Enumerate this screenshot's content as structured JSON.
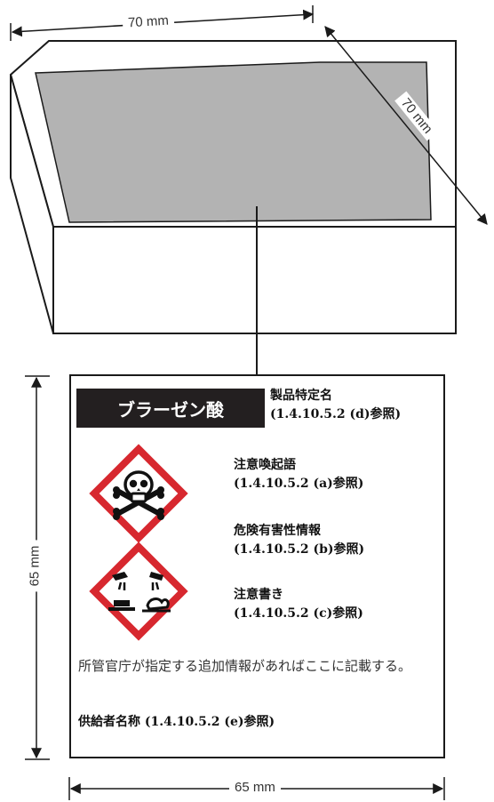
{
  "dimensions": {
    "box_width": "70 mm",
    "box_depth": "70 mm",
    "label_height": "65 mm",
    "label_width": "65 mm"
  },
  "label": {
    "product_name": "ブラーゼン酸",
    "product_identifier": {
      "title": "製品特定名",
      "ref": "(1.4.10.5.2 (d)参照)"
    },
    "signal_word": {
      "title": "注意喚起語",
      "ref": "(1.4.10.5.2 (a)参照)"
    },
    "hazard_statements": {
      "title": "危険有害性情報",
      "ref": "(1.4.10.5.2 (b)参照)"
    },
    "precautionary_statements": {
      "title": "注意書き",
      "ref": "(1.4.10.5.2 (c)参照)"
    },
    "additional_info": "所管官庁が指定する追加情報があればここに記載する。",
    "supplier": "供給者名称 (1.4.10.5.2 (e)参照)",
    "pictograms": [
      "skull-and-crossbones-icon",
      "corrosion-icon"
    ]
  },
  "colors": {
    "pictogram_border": "#d7282f",
    "name_box": "#231f20",
    "label_area": "#b3b3b3"
  }
}
